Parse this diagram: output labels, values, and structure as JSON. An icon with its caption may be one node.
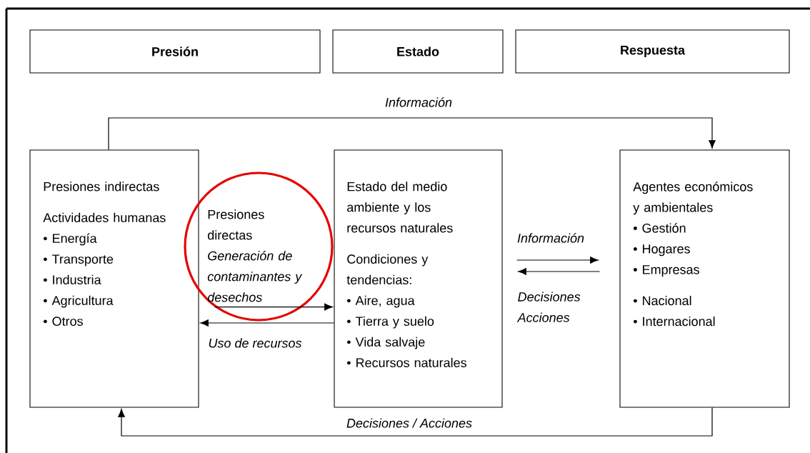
{
  "diagram": {
    "nodes": [
      {
        "text": [
          "Presión"
        ]
      },
      {
        "text": [
          "Estado"
        ]
      },
      {
        "text": [
          "Respuesta"
        ]
      },
      {
        "text": [
          "Presiones indirectas",
          "Actividades humanas",
          "• Energía",
          "• Transporte",
          "• Industria",
          "• Agricultura",
          "• Otros"
        ]
      },
      {
        "text": [
          "Presiones directas",
          "Generación de contaminantes y desechos"
        ]
      },
      {
        "text": [
          "Estado del medio ambiente y los recursos naturales",
          "Condiciones y tendencias:",
          "• Aire, agua",
          "• Tierra y suelo",
          "• Vida salvaje",
          "• Recursos naturales"
        ]
      },
      {
        "text": [
          "Agentes económicos y ambientales",
          "• Gestión",
          "• Hogares",
          "• Empresas",
          "• Nacional",
          "• Internacional"
        ]
      }
    ],
    "edges": [
      {
        "from": 3,
        "to": 6,
        "arrow": "to",
        "label": "Información"
      },
      {
        "from": 6,
        "to": 3,
        "arrow": "to",
        "label": "Decisiones / Acciones"
      },
      {
        "from": 4,
        "to": 5,
        "arrow": "to"
      },
      {
        "from": 5,
        "to": 3,
        "arrow": "to",
        "label": "Uso de recursos"
      },
      {
        "from": 5,
        "to": 6,
        "arrow": "to",
        "label": "Información"
      },
      {
        "from": 6,
        "to": 5,
        "arrow": "to",
        "label": "Decisiones Acciones"
      }
    ]
  }
}
